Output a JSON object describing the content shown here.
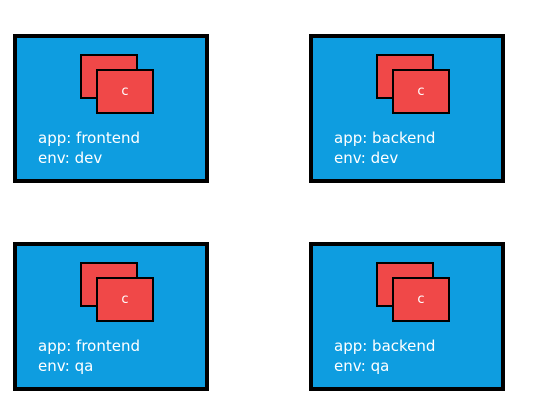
{
  "colors": {
    "pod_fill": "#0e9de0",
    "container_fill": "#f04848",
    "border": "#000000",
    "text": "#ffffff"
  },
  "pods": [
    {
      "container_label": "c",
      "app_line": "app: frontend",
      "env_line": "env: dev"
    },
    {
      "container_label": "c",
      "app_line": "app: backend",
      "env_line": "env: dev"
    },
    {
      "container_label": "c",
      "app_line": "app: frontend",
      "env_line": "env: qa"
    },
    {
      "container_label": "c",
      "app_line": "app: backend",
      "env_line": "env: qa"
    }
  ]
}
